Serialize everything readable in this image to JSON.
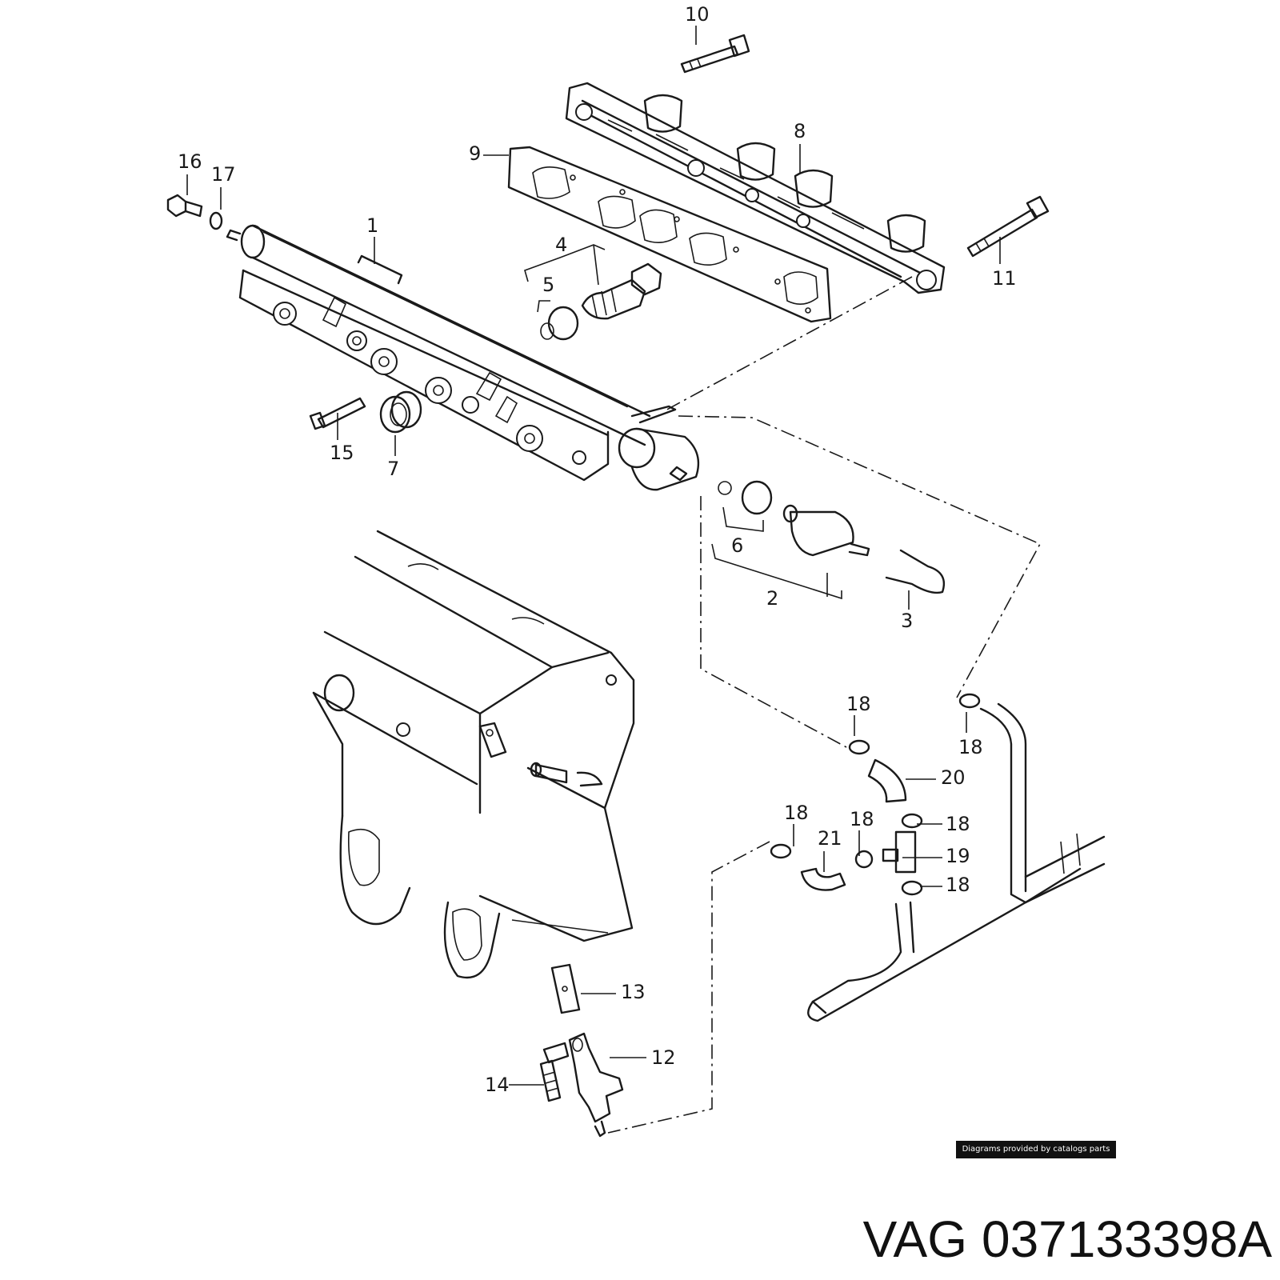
{
  "diagram": {
    "callouts": [
      "1",
      "2",
      "3",
      "4",
      "5",
      "6",
      "7",
      "8",
      "9",
      "10",
      "11",
      "12",
      "13",
      "14",
      "15",
      "16",
      "17",
      "18",
      "19",
      "20",
      "21"
    ]
  },
  "credit": "Diagrams provided by catalogs parts",
  "part_number": {
    "brand": "VAG",
    "code": "037133398A"
  }
}
